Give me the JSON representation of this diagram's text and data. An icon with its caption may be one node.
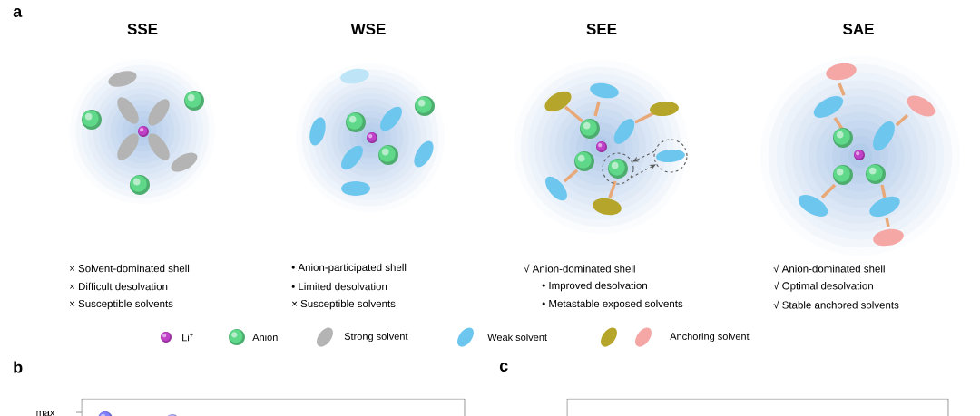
{
  "diagram": {
    "nodes": [
      {
        "text": [],
        "shape": "circle"
      },
      {
        "text": [],
        "shape": "circle"
      }
    ],
    "edges": [
      {
        "from": 1,
        "to": 0,
        "arrow": "to",
        "style": "dashed"
      },
      {
        "from": 0,
        "to": 1,
        "arrow": "to",
        "style": "dashed"
      }
    ],
    "labels": [
      "a",
      "SSE",
      "WSE",
      "SEE",
      "SAE",
      "× Solvent-dominated shell",
      "× Difficult desolvation",
      "× Susceptible solvents",
      "• Anion-participated shell",
      "• Limited desolvation",
      "× Susceptible solvents",
      "√ Anion-dominated  shell",
      "• Improved desolvation",
      "• Metastable exposed solvents",
      "√ Anion-dominated shell",
      "√ Optimal desolvation",
      "√ Stable anchored solvents",
      "b",
      "c",
      "max"
    ],
    "legend": [
      {
        "text": "Li$^{+}$",
        "color": "#c040c8"
      },
      {
        "text": "Anion",
        "color": "#5fd88a"
      },
      {
        "text": "Strong solvent",
        "color": "#b4b4b4"
      },
      {
        "text": "Weak solvent",
        "color": "#6cc6ee"
      },
      {
        "text": "Anchoring solvent",
        "color": "#b5a52a"
      }
    ]
  }
}
